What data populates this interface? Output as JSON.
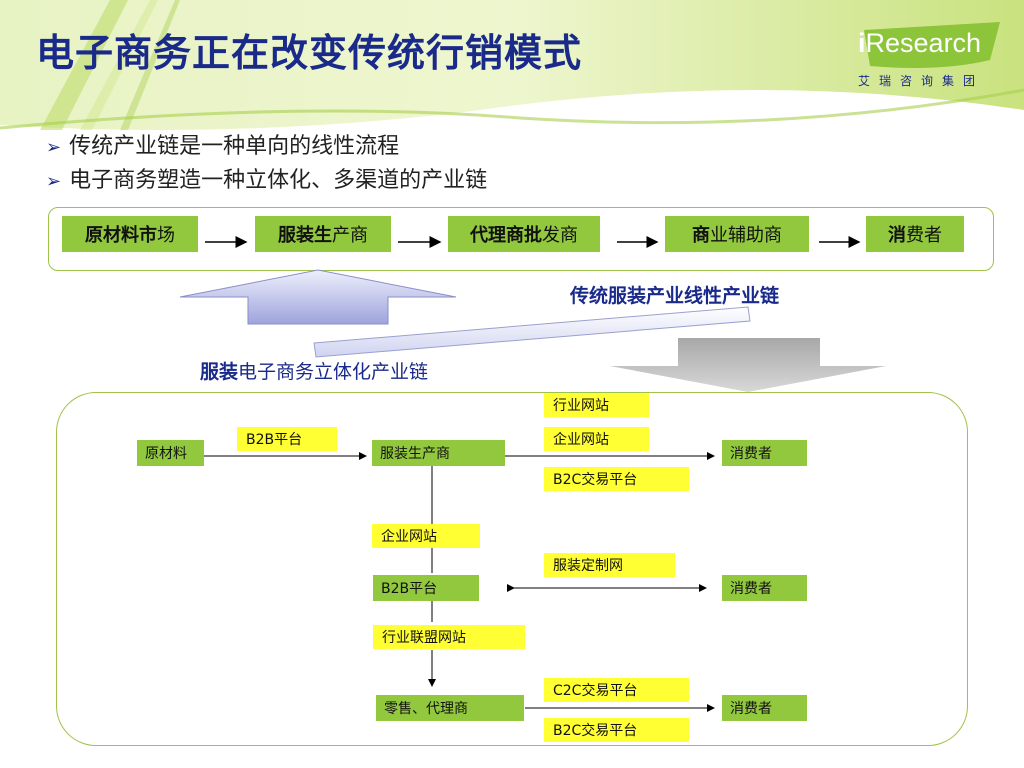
{
  "slide": {
    "title": "电子商务正在改变传统行销模式",
    "logo": {
      "i": "i",
      "brand": "Research",
      "sub": "艾瑞咨询集团"
    },
    "bullets": [
      "传统产业链是一种单向的线性流程",
      "电子商务塑造一种立体化、多渠道的产业链"
    ],
    "bullet_mark": "➢"
  },
  "traditional_chain": {
    "boxes": [
      {
        "bold": "原材料市",
        "rest": "场"
      },
      {
        "bold": "服装生",
        "rest": "产商"
      },
      {
        "bold": "代理商批",
        "rest": "发商"
      },
      {
        "bold": "商",
        "rest": "业辅助商"
      },
      {
        "bold": "消",
        "rest": "费者"
      }
    ],
    "caption": "传统服装产业线性产业链"
  },
  "ecommerce_chain": {
    "caption_bold": "服装",
    "caption_rest": "电子商务立体化产业链",
    "green": {
      "raw": "原材料",
      "maker": "服装生产商",
      "b2b": "B2B平台",
      "retail": "零售、代理商",
      "consumer1": "消费者",
      "consumer2": "消费者",
      "consumer3": "消费者"
    },
    "yellow": {
      "b2b_top": "B2B平台",
      "industry_site": "行业网站",
      "company_site1": "企业网站",
      "b2c1": "B2C交易平台",
      "company_site2": "企业网站",
      "custom": "服装定制网",
      "alliance": "行业联盟网站",
      "c2c": "C2C交易平台",
      "b2c2": "B2C交易平台"
    }
  },
  "colors": {
    "title": "#1a2a8a",
    "green_box": "#92c83e",
    "yellow_box": "#ffff33",
    "header_green": "#c8e27a"
  }
}
